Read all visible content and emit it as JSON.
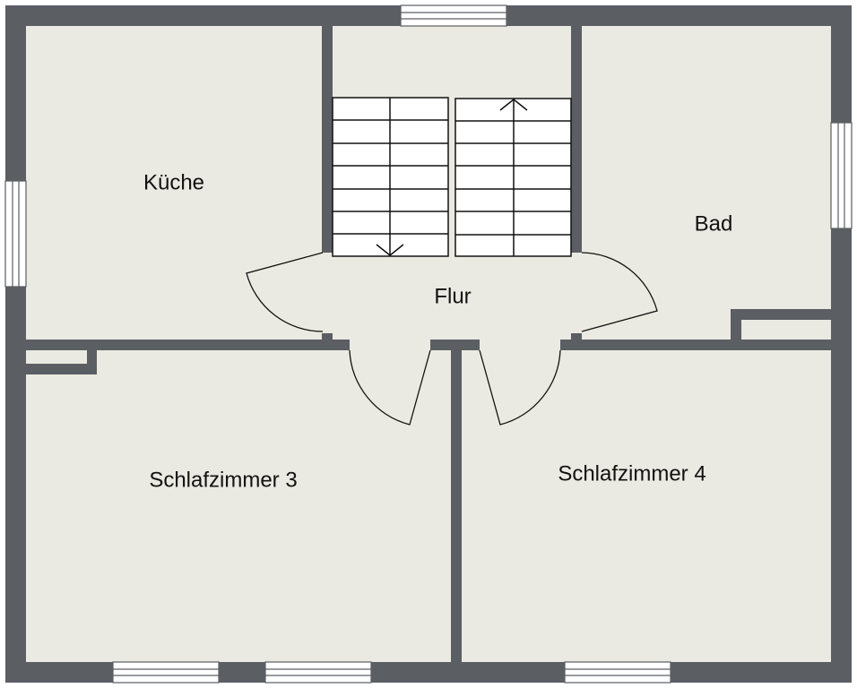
{
  "floorplan": {
    "rooms": {
      "kitchen": "Küche",
      "bathroom": "Bad",
      "hallway": "Flur",
      "bedroom3": "Schlafzimmer 3",
      "bedroom4": "Schlafzimmer 4"
    },
    "colors": {
      "wall": "#5b5e63",
      "floor": "#eaeae2",
      "stairs": "#ffffff"
    }
  }
}
